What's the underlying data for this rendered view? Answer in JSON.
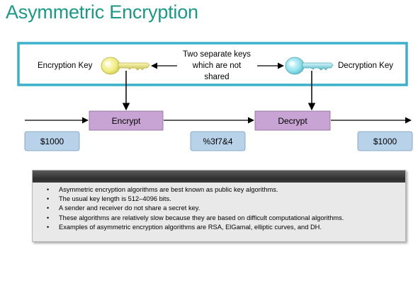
{
  "title": "Asymmetric Encryption",
  "key_panel": {
    "encryption_key_label": "Encryption Key",
    "decryption_key_label": "Decryption Key",
    "middle_text": [
      "Two separate keys",
      "which are not",
      "shared"
    ],
    "encryption_key_color": "#f2f08a",
    "decryption_key_color": "#8fe0ea",
    "border_color": "#3bb0cc"
  },
  "flow": {
    "encrypt_label": "Encrypt",
    "decrypt_label": "Decrypt",
    "plaintext_in": "$1000",
    "ciphertext": "%3f7&4",
    "plaintext_out": "$1000",
    "process_box_color": "#c8a4d4",
    "data_box_color": "#b8d2ea"
  },
  "notes": {
    "items": [
      "Asymmetric encryption algorithms are best known as public key algorithms.",
      "The usual key length is 512–4096 bits.",
      "A sender and receiver do not share a secret key.",
      "These algorithms are relatively slow because they are based on difficult computational algorithms.",
      "Examples of asymmetric encryption algorithms are RSA, ElGamal, elliptic curves, and DH."
    ]
  }
}
